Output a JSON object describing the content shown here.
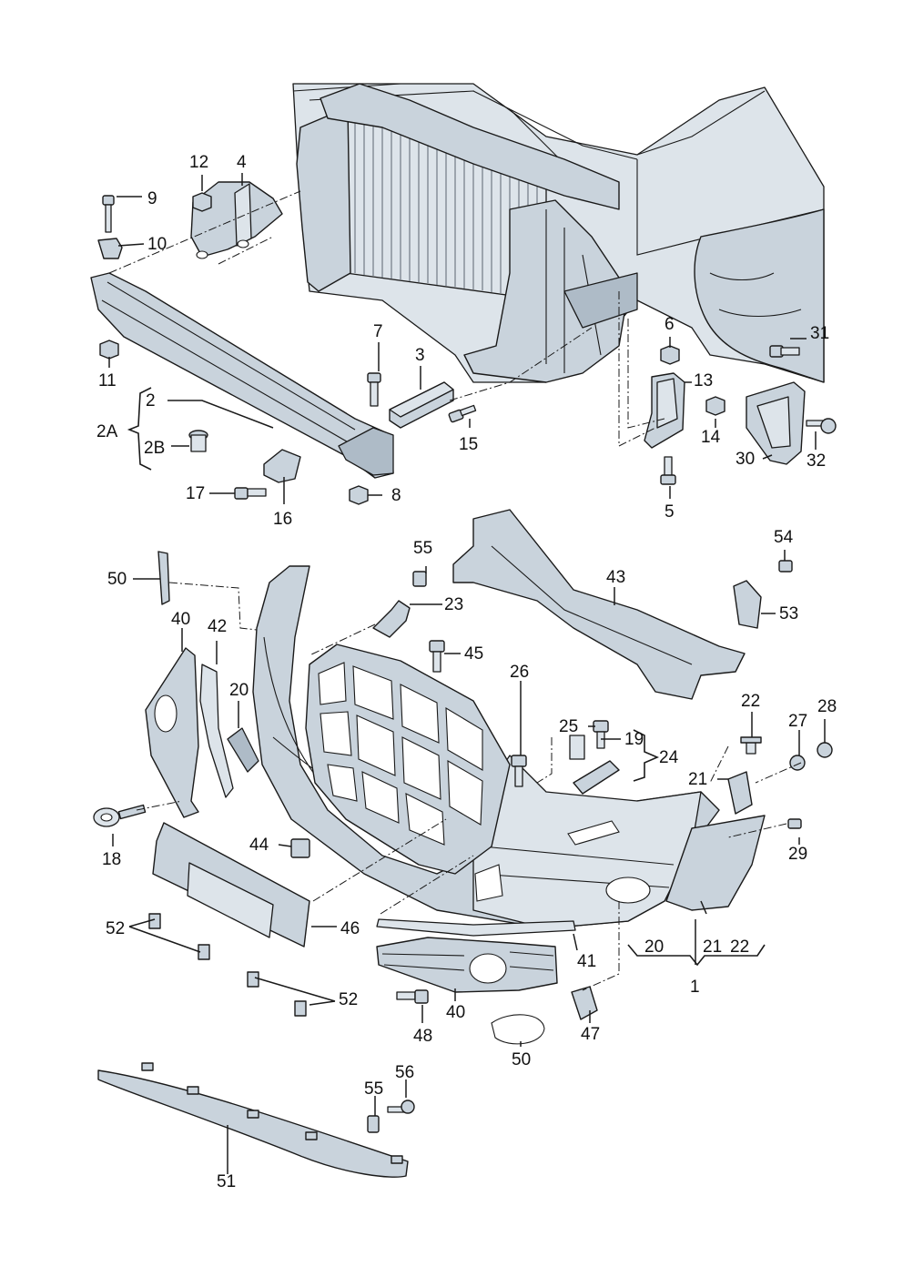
{
  "labels": {
    "l1": "1",
    "l2": "2",
    "l2A": "2A",
    "l2B": "2B",
    "l3": "3",
    "l4": "4",
    "l5": "5",
    "l6": "6",
    "l7": "7",
    "l8": "8",
    "l9": "9",
    "l10": "10",
    "l11": "11",
    "l12": "12",
    "l13": "13",
    "l14": "14",
    "l15": "15",
    "l16": "16",
    "l17": "17",
    "l18": "18",
    "l19": "19",
    "l20a": "20",
    "l20b": "20",
    "l21a": "21",
    "l21b": "21",
    "l22a": "22",
    "l22b": "22",
    "l23": "23",
    "l24": "24",
    "l25": "25",
    "l26": "26",
    "l27": "27",
    "l28": "28",
    "l29": "29",
    "l30": "30",
    "l31": "31",
    "l32": "32",
    "l40a": "40",
    "l40b": "40",
    "l41": "41",
    "l42": "42",
    "l43": "43",
    "l44": "44",
    "l45": "45",
    "l46": "46",
    "l47": "47",
    "l48": "48",
    "l50a": "50",
    "l50b": "50",
    "l51": "51",
    "l52a": "52",
    "l52b": "52",
    "l53": "53",
    "l54": "54",
    "l55a": "55",
    "l55b": "55",
    "l56": "56"
  }
}
